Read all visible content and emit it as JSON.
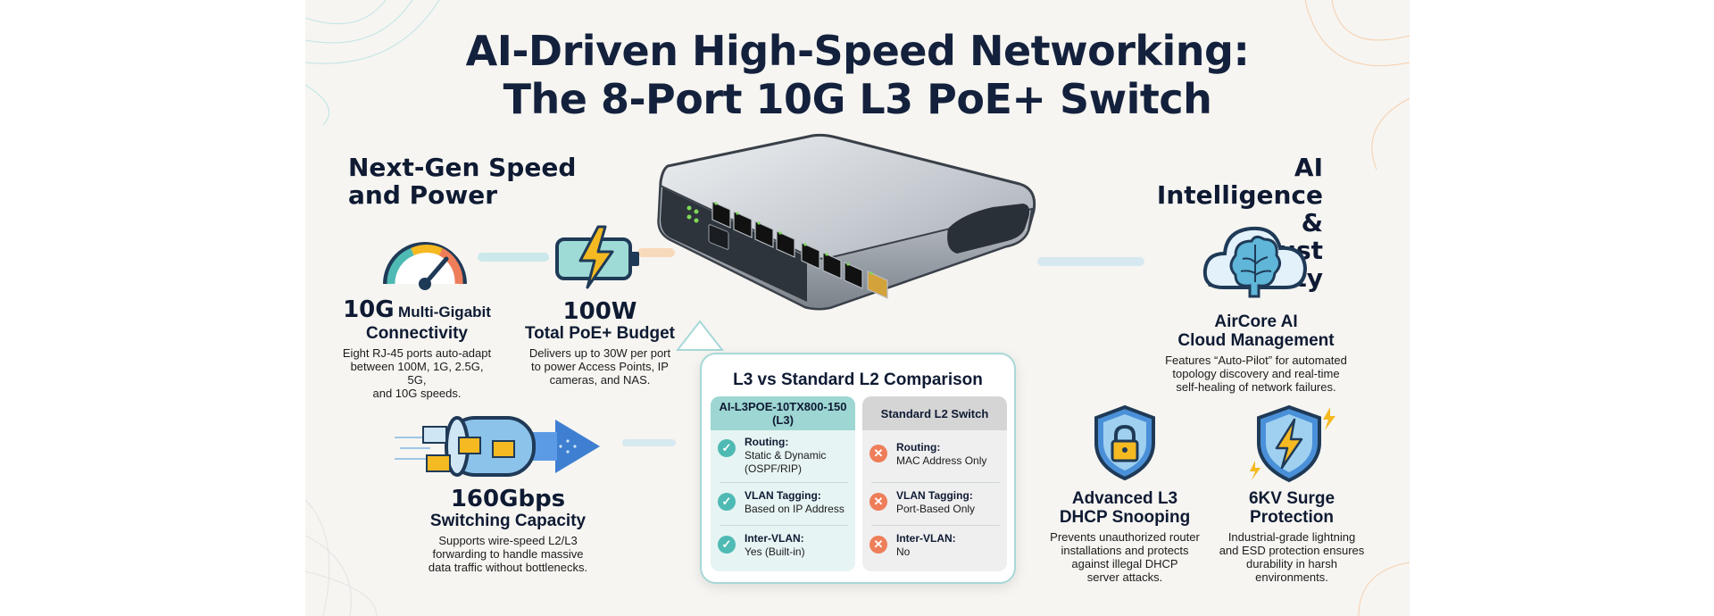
{
  "title": {
    "line1": "AI-Driven High-Speed Networking:",
    "line2": "The 8-Port 10G L3 PoE+ Switch"
  },
  "left": {
    "heading_line1": "Next-Gen Speed",
    "heading_line2": "and Power",
    "feature_10g": {
      "big": "10G",
      "title_inline": "Multi-Gigabit",
      "title_line2": "Connectivity",
      "desc_lines": [
        "Eight RJ-45 ports auto-adapt",
        "between 100M, 1G, 2.5G, 5G,",
        "and 10G speeds."
      ],
      "icon": "speedometer-icon"
    },
    "feature_poe": {
      "big": "100W",
      "title": "Total PoE+ Budget",
      "desc_lines": [
        "Delivers up to 30W per port",
        "to power Access Points, IP",
        "cameras, and NAS."
      ],
      "icon": "battery-bolt-icon"
    },
    "feature_switching": {
      "big": "160Gbps",
      "title": "Switching Capacity",
      "desc_lines": [
        "Supports wire-speed L2/L3",
        "forwarding to handle massive",
        "data traffic without bottlenecks."
      ],
      "icon": "data-pipe-icon"
    }
  },
  "right": {
    "heading_line1": "AI Intelligence &",
    "heading_line2": "Robust Security",
    "feature_aicore": {
      "title_line1": "AirCore AI",
      "title_line2": "Cloud Management",
      "desc_lines": [
        "Features “Auto-Pilot” for automated",
        "topology discovery and real-time",
        "self-healing of network failures."
      ],
      "icon": "cloud-brain-icon"
    },
    "feature_dhcp": {
      "title_line1": "Advanced L3",
      "title_line2": "DHCP Snooping",
      "desc_lines": [
        "Prevents unauthorized router",
        "installations and protects",
        "against illegal DHCP",
        "server attacks."
      ],
      "icon": "shield-lock-icon"
    },
    "feature_surge": {
      "title_line1": "6KV Surge",
      "title_line2": "Protection",
      "desc_lines": [
        "Industrial-grade lightning",
        "and ESD protection ensures",
        "durability in harsh",
        "environments."
      ],
      "icon": "shield-bolt-icon"
    }
  },
  "comparison": {
    "title": "L3 vs Standard L2 Comparison",
    "ours_header_line1": "AI-L3POE-10TX800-150",
    "ours_header_line2": "(L3)",
    "std_header": "Standard L2 Switch",
    "ours_rows": [
      {
        "label": "Routing:",
        "value": "Static & Dynamic (OSPF/RIP)"
      },
      {
        "label": "VLAN Tagging:",
        "value": "Based on IP Address"
      },
      {
        "label": "Inter-VLAN:",
        "value": "Yes (Built-in)"
      }
    ],
    "std_rows": [
      {
        "label": "Routing:",
        "value": "MAC Address Only"
      },
      {
        "label": "VLAN Tagging:",
        "value": "Port-Based Only"
      },
      {
        "label": "Inter-VLAN:",
        "value": "No"
      }
    ],
    "ok_symbol": "✓",
    "no_symbol": "✕"
  },
  "colors": {
    "navy": "#14213d",
    "teal": "#4fbab4",
    "coral": "#ee7e5a",
    "gold": "#f5b921"
  }
}
